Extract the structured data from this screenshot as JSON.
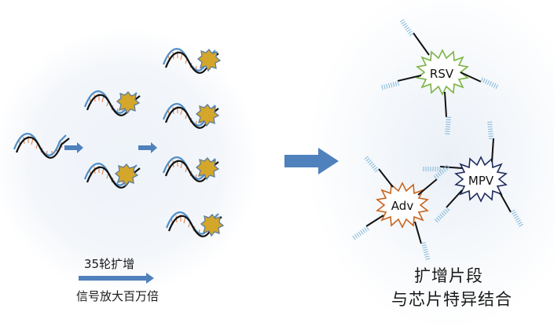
{
  "amplification": {
    "cycles_label": "35轮扩增",
    "signal_label": "信号放大百万倍"
  },
  "binding": {
    "line1": "扩增片段",
    "line2": "与芯片特异结合"
  },
  "targets": {
    "rsv": "RSV",
    "mpv": "MPV",
    "adv": "Adv"
  },
  "colors": {
    "arrow": "#4f81bd",
    "strand_blue": "#4f8fc7",
    "strand_orange": "#e07a3f",
    "strand_black": "#111111",
    "probe_star": "#d4a62a",
    "rsv_outline": "#7bb342",
    "mpv_outline": "#1f2d5c",
    "adv_outline": "#c8641e",
    "bristle": "#7fb6d8"
  }
}
